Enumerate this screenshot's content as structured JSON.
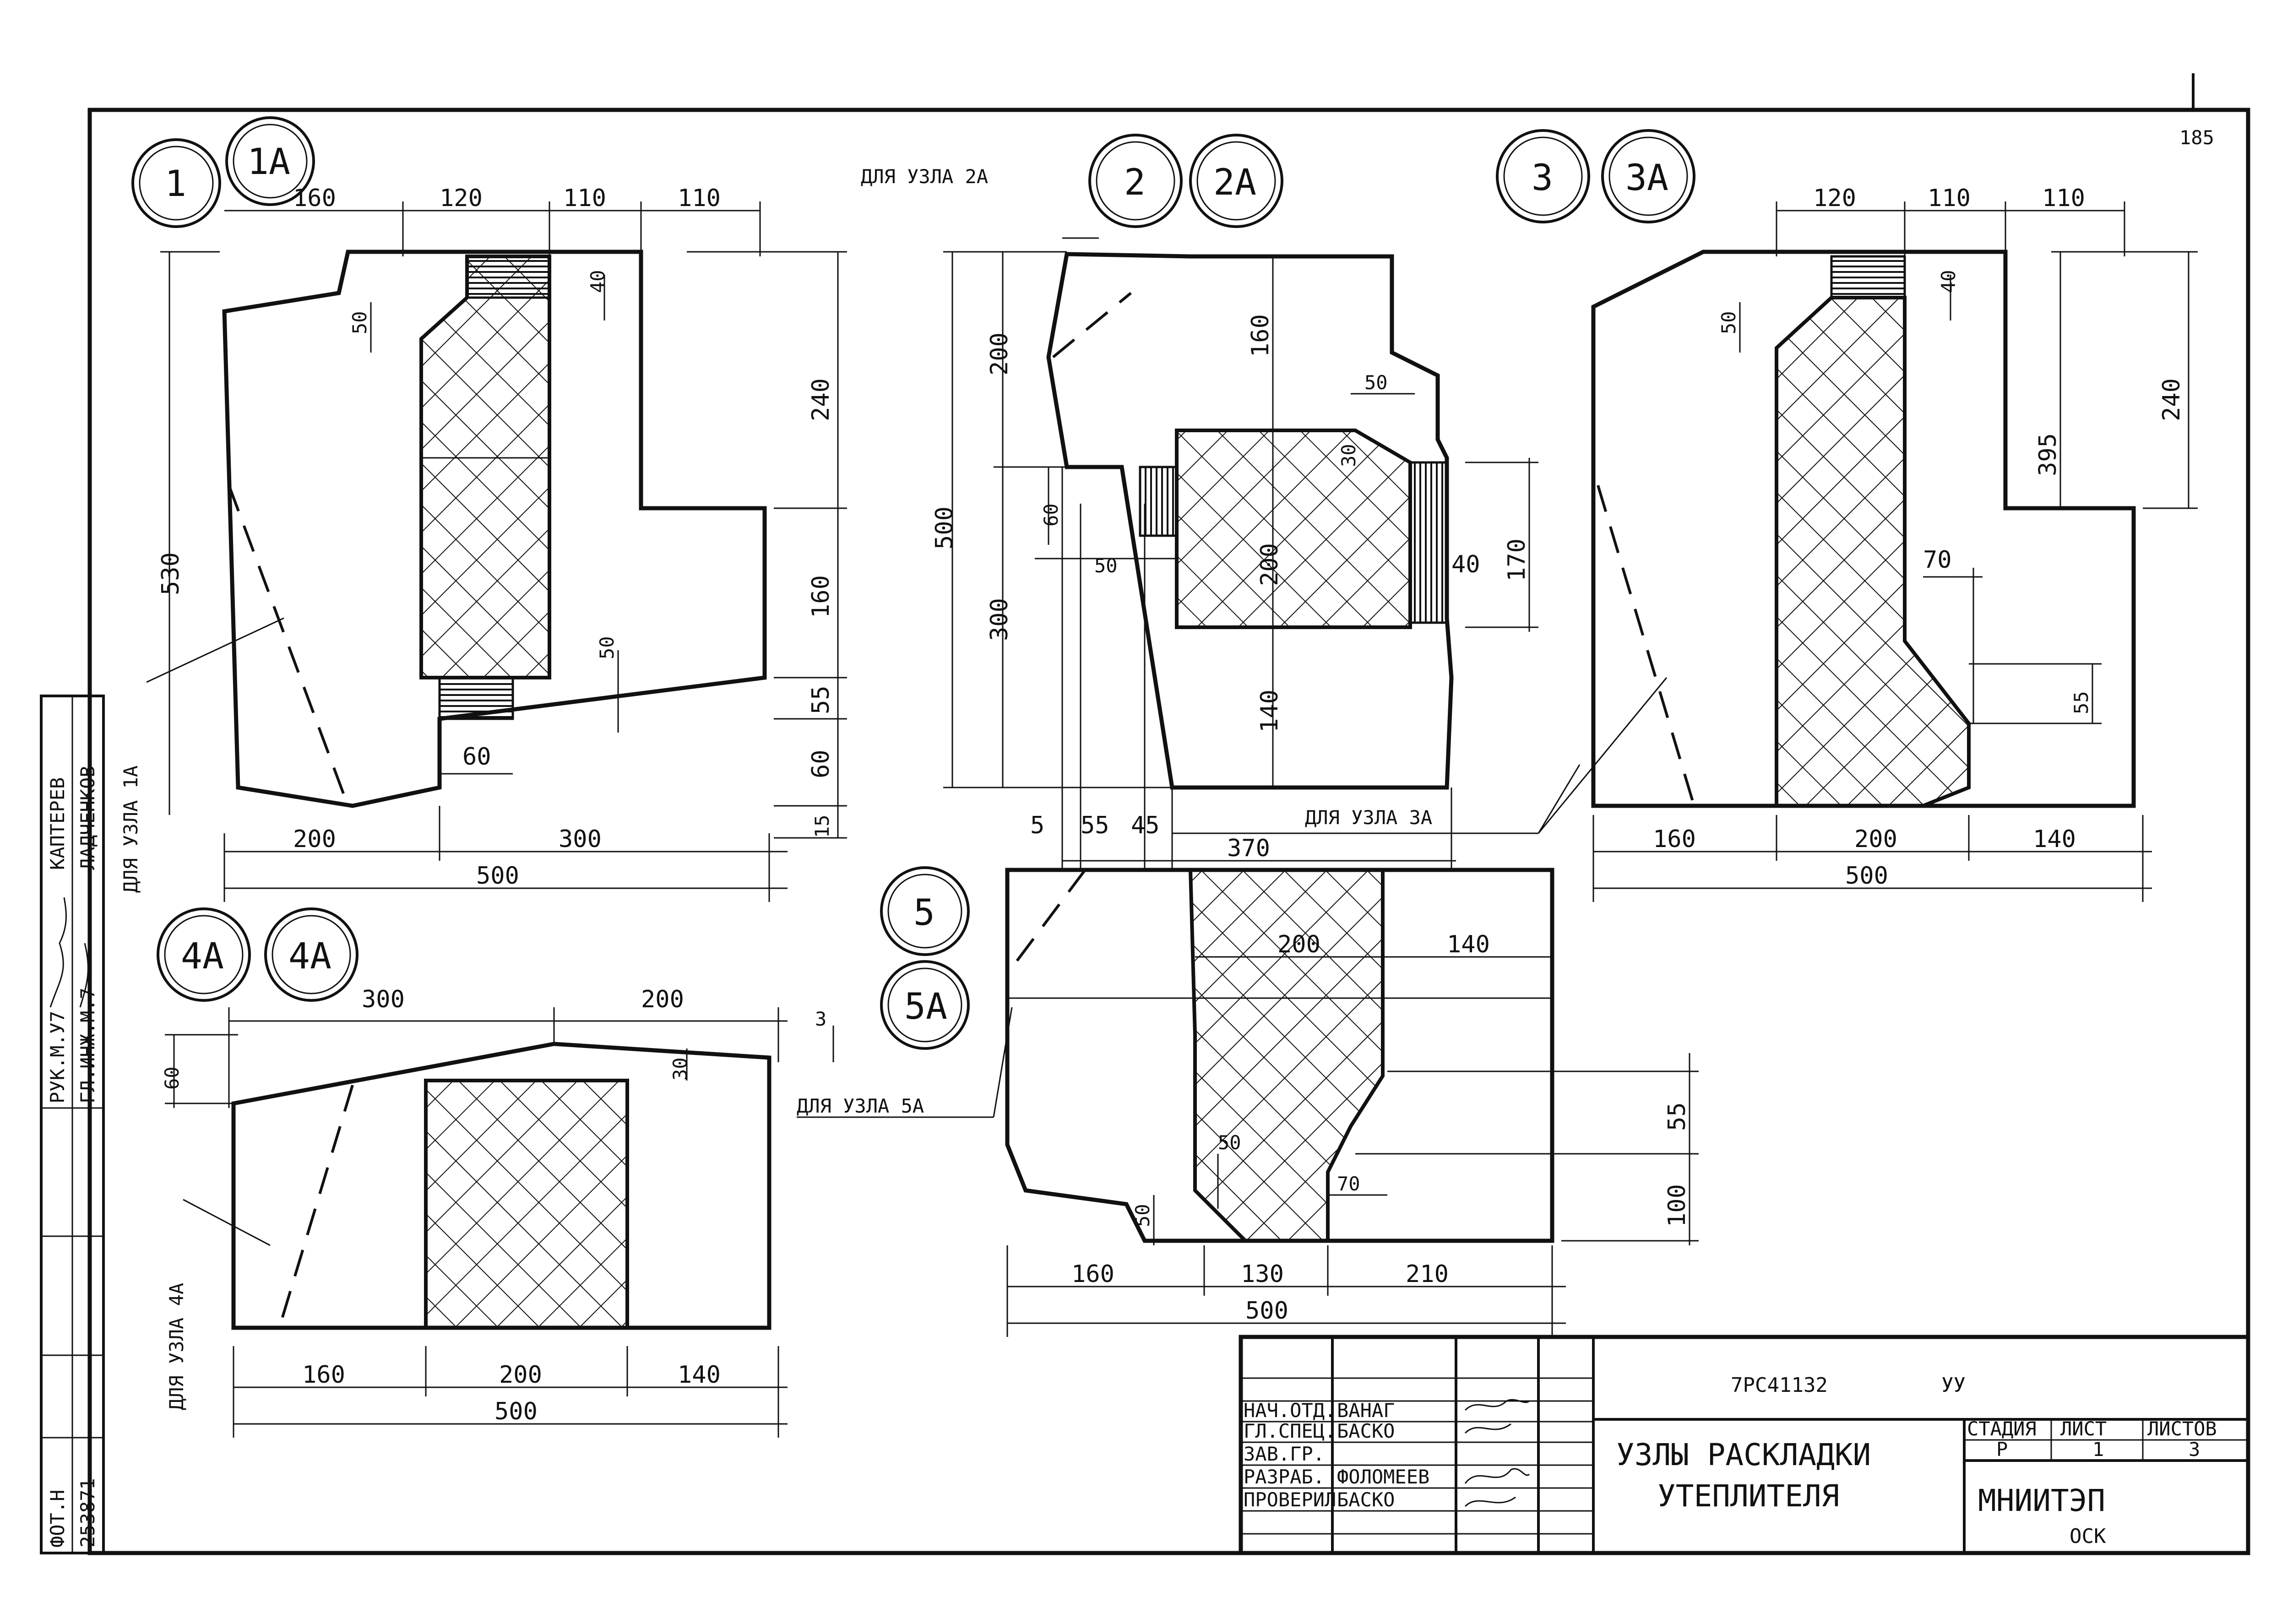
{
  "page_number": "185",
  "nodes": {
    "n1": {
      "a": "1",
      "b": "1А",
      "note": "ДЛЯ УЗЛА 1А",
      "dims": [
        "160",
        "120",
        "110",
        "110",
        "40",
        "50",
        "240",
        "530",
        "160",
        "50",
        "55",
        "60",
        "60",
        "15",
        "200",
        "300",
        "500"
      ]
    },
    "n2": {
      "a": "2",
      "b": "2А",
      "note_top": "ДЛЯ УЗЛА 2А",
      "note_bottom": "ДЛЯ УЗЛА 3А",
      "dims": [
        "200",
        "160",
        "50",
        "30",
        "500",
        "60",
        "50",
        "200",
        "40",
        "170",
        "300",
        "140",
        "5",
        "55",
        "45",
        "370"
      ]
    },
    "n3": {
      "a": "3",
      "b": "3А",
      "dims": [
        "120",
        "110",
        "110",
        "40",
        "50",
        "240",
        "395",
        "70",
        "55",
        "160",
        "200",
        "140",
        "500"
      ]
    },
    "n4": {
      "a": "4А",
      "b": "4А",
      "note": "ДЛЯ УЗЛА 4А",
      "dims": [
        "300",
        "200",
        "3",
        "60",
        "30",
        "160",
        "200",
        "140",
        "500"
      ]
    },
    "n5": {
      "a": "5",
      "b": "5А",
      "note": "ДЛЯ УЗЛА 5А",
      "dims": [
        "200",
        "140",
        "55",
        "50",
        "70",
        "100",
        "50",
        "160",
        "130",
        "210",
        "500"
      ]
    }
  },
  "side_stamp": {
    "role1": "РУК.М.У7",
    "name1": "КАПТЕРЕВ",
    "role2": "ГЛ.ИНЖ.М.7",
    "name2": "ЛАДЧЕНКОВ",
    "inv_label": "ФОТ.Н",
    "inv_no": "253871"
  },
  "title_block": {
    "doc_code": "7РС41132",
    "doc_suffix": "УУ",
    "rows": [
      {
        "role": "НАЧ.ОТД.",
        "name": "ВАНАГ"
      },
      {
        "role": "ГЛ.СПЕЦ.",
        "name": "БАСКО"
      },
      {
        "role": "ЗАВ.ГР.",
        "name": ""
      },
      {
        "role": "РАЗРАБ.",
        "name": "ФОЛОМЕЕВ"
      },
      {
        "role": "ПРОВЕРИЛ",
        "name": "БАСКО"
      }
    ],
    "title_line1": "УЗЛЫ РАСКЛАДКИ",
    "title_line2": "УТЕПЛИТЕЛЯ",
    "stage_h": "СТАДИЯ",
    "sheet_h": "ЛИСТ",
    "sheets_h": "ЛИСТОВ",
    "stage": "Р",
    "sheet": "1",
    "sheets": "3",
    "org": "МНИИТЭП",
    "org_sub": "ОСК"
  }
}
